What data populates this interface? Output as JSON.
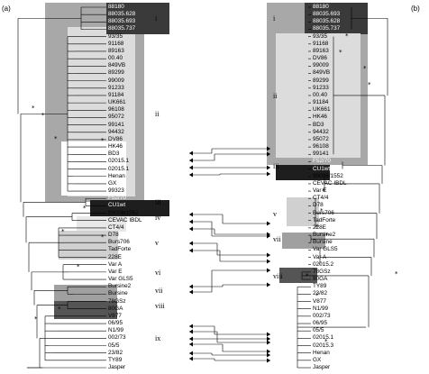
{
  "panels": [
    "(a)",
    "(b)"
  ],
  "treeA": {
    "clusters": [
      {
        "id": "i",
        "strains": [
          "88180",
          "88035.628",
          "88035.693",
          "88035.737"
        ]
      },
      {
        "id": "ii",
        "strains": [
          "93/35",
          "91168",
          "89163",
          "00.40",
          "849VB",
          "89299",
          "99009",
          "91233",
          "91184",
          "UK661",
          "96108",
          "95072",
          "99141",
          "94432",
          "DV86",
          "HK46",
          "BD3",
          "02015.1",
          "02015.1",
          "Henan",
          "GX",
          "99323"
        ]
      },
      {
        "id": "iii",
        "strains": [
          "F52/70",
          "CU1wt"
        ]
      },
      {
        "id": "iv",
        "strains": [
          "99006/1552",
          "CEVAC IBDL"
        ]
      },
      {
        "id": "v",
        "strains": [
          "CT4/4",
          "D78",
          "Burs706",
          "TadForte",
          "228E"
        ]
      },
      {
        "id": "vi",
        "strains": [
          "Var A",
          "Var E",
          "Var GLS5"
        ]
      },
      {
        "id": "vii",
        "strains": [
          "Bursine2",
          "Bursine"
        ]
      },
      {
        "id": "viii",
        "strains": [
          "78GSz",
          "80GA"
        ]
      },
      {
        "id": "ix",
        "strains": [
          "V877",
          "06/95",
          "N1/99",
          "002/73",
          "05/5",
          "23/82",
          "TY89"
        ]
      },
      {
        "id": "",
        "strains": [
          "Jasper"
        ]
      }
    ]
  },
  "treeB": {
    "clusters": [
      {
        "id": "i",
        "strains": [
          "88180",
          "88035.693",
          "88035.628",
          "88035.737"
        ]
      },
      {
        "id": "ii",
        "strains": [
          "93/35",
          "91168",
          "89163",
          "DV86",
          "99009",
          "849VB",
          "89299",
          "91233",
          "00.40",
          "91184",
          "UK661",
          "HK46",
          "BD3",
          "94432",
          "95072",
          "96108",
          "99141"
        ]
      },
      {
        "id": "iii",
        "strains": [
          "F52/70",
          "CU1wt"
        ]
      },
      {
        "id": "",
        "strains": [
          "99006/1552",
          "CEVAC IBDL",
          "Var E"
        ]
      },
      {
        "id": "v",
        "strains": [
          "CT4/4",
          "D78",
          "Burs706",
          "TadForte",
          "228E"
        ]
      },
      {
        "id": "vii",
        "strains": [
          "Bursine2",
          "Bursine"
        ]
      },
      {
        "id": "",
        "strains": [
          "Var GLS5",
          "Var A",
          "02015.2"
        ]
      },
      {
        "id": "viii",
        "strains": [
          "78GSz",
          "80GA"
        ]
      },
      {
        "id": "",
        "strains": [
          "TY89",
          "23/82",
          "V877",
          "N1/99",
          "002/73",
          "06/95",
          "05/5",
          "02015.1",
          "02015.3",
          "Henan",
          "GX",
          "Jasper"
        ]
      }
    ]
  },
  "colors": {
    "dark": "#2d2d2d",
    "mid": "#8a8a8a",
    "light": "#c9c9c9",
    "pale": "#e3e3e3",
    "black": "#111111"
  }
}
